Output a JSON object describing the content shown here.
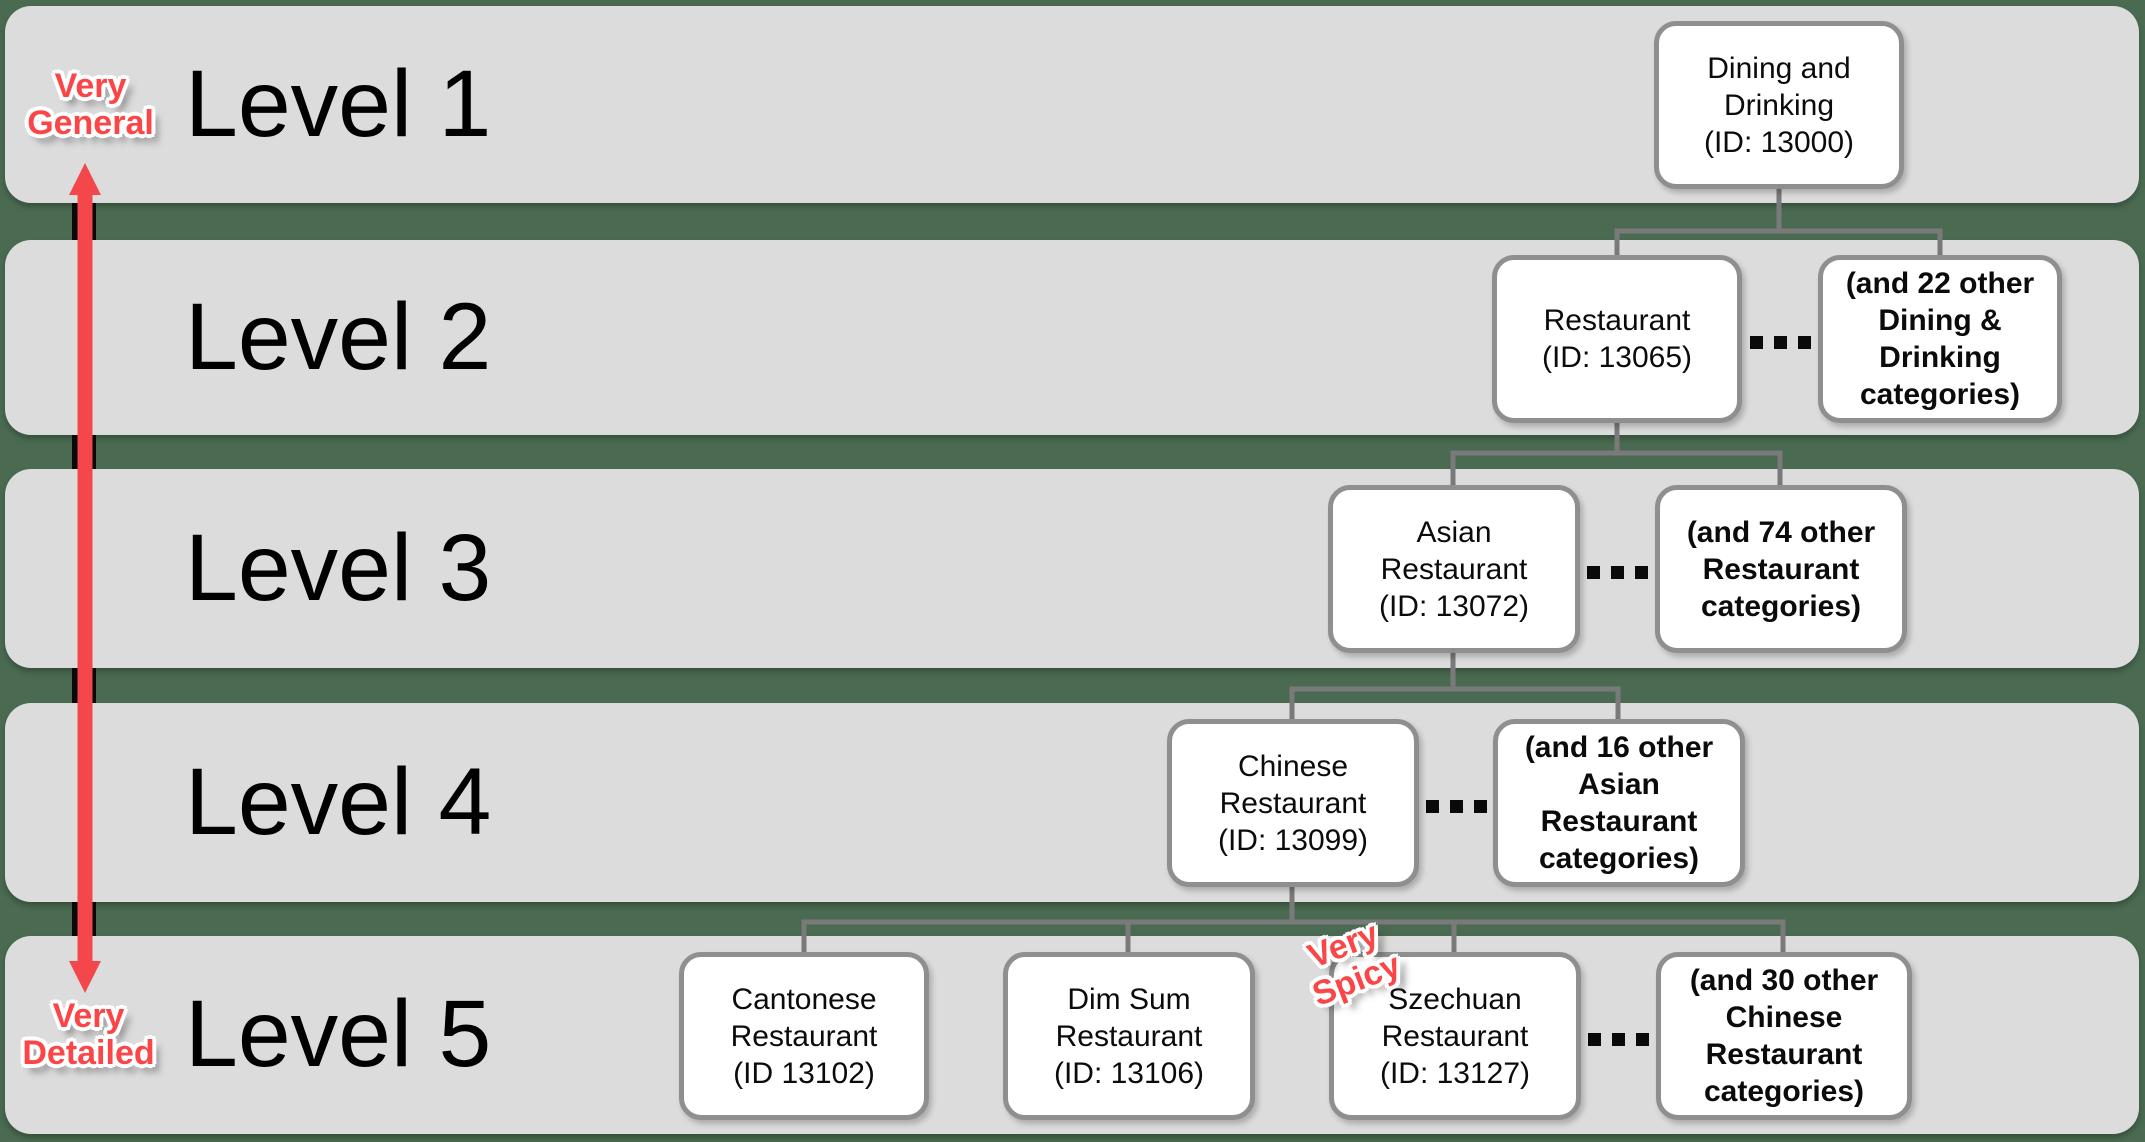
{
  "diagram": {
    "levels": [
      {
        "band_label": "Level 1",
        "nodes": [
          {
            "label": "Dining and\nDrinking\n(ID: 13000)",
            "emphasis": false
          }
        ]
      },
      {
        "band_label": "Level 2",
        "nodes": [
          {
            "label": "Restaurant\n(ID: 13065)",
            "emphasis": false
          },
          {
            "label": "(and 22 other\nDining &\nDrinking\ncategories)",
            "emphasis": true
          }
        ]
      },
      {
        "band_label": "Level 3",
        "nodes": [
          {
            "label": "Asian\nRestaurant\n(ID: 13072)",
            "emphasis": false
          },
          {
            "label": "(and 74 other\nRestaurant\ncategories)",
            "emphasis": true
          }
        ]
      },
      {
        "band_label": "Level 4",
        "nodes": [
          {
            "label": "Chinese\nRestaurant\n(ID: 13099)",
            "emphasis": false
          },
          {
            "label": "(and 16 other\nAsian\nRestaurant\ncategories)",
            "emphasis": true
          }
        ]
      },
      {
        "band_label": "Level 5",
        "nodes": [
          {
            "label": "Cantonese\nRestaurant\n(ID 13102)",
            "emphasis": false
          },
          {
            "label": "Dim Sum\nRestaurant\n(ID: 13106)",
            "emphasis": false
          },
          {
            "label": "Szechuan\nRestaurant\n(ID: 13127)",
            "emphasis": false
          },
          {
            "label": "(and 30 other\nChinese\nRestaurant\ncategories)",
            "emphasis": true
          }
        ]
      }
    ],
    "annotations": {
      "scale_top": "Very\nGeneral",
      "scale_bottom": "Very\nDetailed",
      "szechuan_note": "Very\nSpicy"
    },
    "icons": {
      "ellipsis": "square-ellipsis",
      "axis_arrow": "double-headed-vertical-arrow"
    },
    "colors": {
      "background_green": "#4a6b51",
      "band_gray": "#dcdcdc",
      "box_fill": "#ffffff",
      "box_border": "#8f8f8f",
      "connector_gray": "#7a7a7a",
      "accent_red": "#fb4547",
      "text_black": "#000000"
    }
  }
}
